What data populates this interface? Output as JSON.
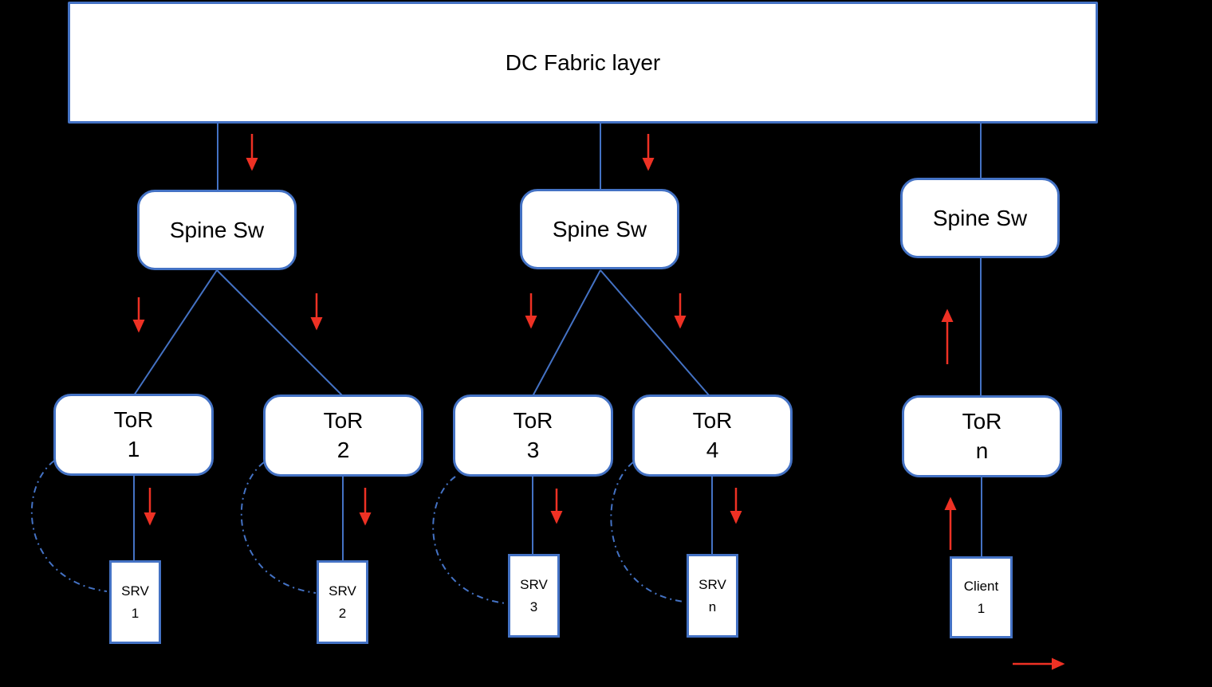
{
  "diagram": {
    "background_color": "#000000",
    "box_border_color": "#4472C4",
    "box_fill_color": "#ffffff",
    "connector_color": "#4472C4",
    "arrow_color": "#EE3124",
    "fabric": {
      "label": "DC Fabric layer"
    },
    "spines": [
      {
        "label": "Spine Sw"
      },
      {
        "label": "Spine Sw"
      },
      {
        "label": "Spine Sw"
      }
    ],
    "tors": [
      {
        "line1": "ToR",
        "line2": "1"
      },
      {
        "line1": "ToR",
        "line2": "2"
      },
      {
        "line1": "ToR",
        "line2": "3"
      },
      {
        "line1": "ToR",
        "line2": "4"
      },
      {
        "line1": "ToR",
        "line2": "n"
      }
    ],
    "servers": [
      {
        "line1": "SRV",
        "line2": "1"
      },
      {
        "line1": "SRV",
        "line2": "2"
      },
      {
        "line1": "SRV",
        "line2": "3"
      },
      {
        "line1": "SRV",
        "line2": "n"
      }
    ],
    "client": {
      "line1": "Client",
      "line2": "1"
    }
  }
}
